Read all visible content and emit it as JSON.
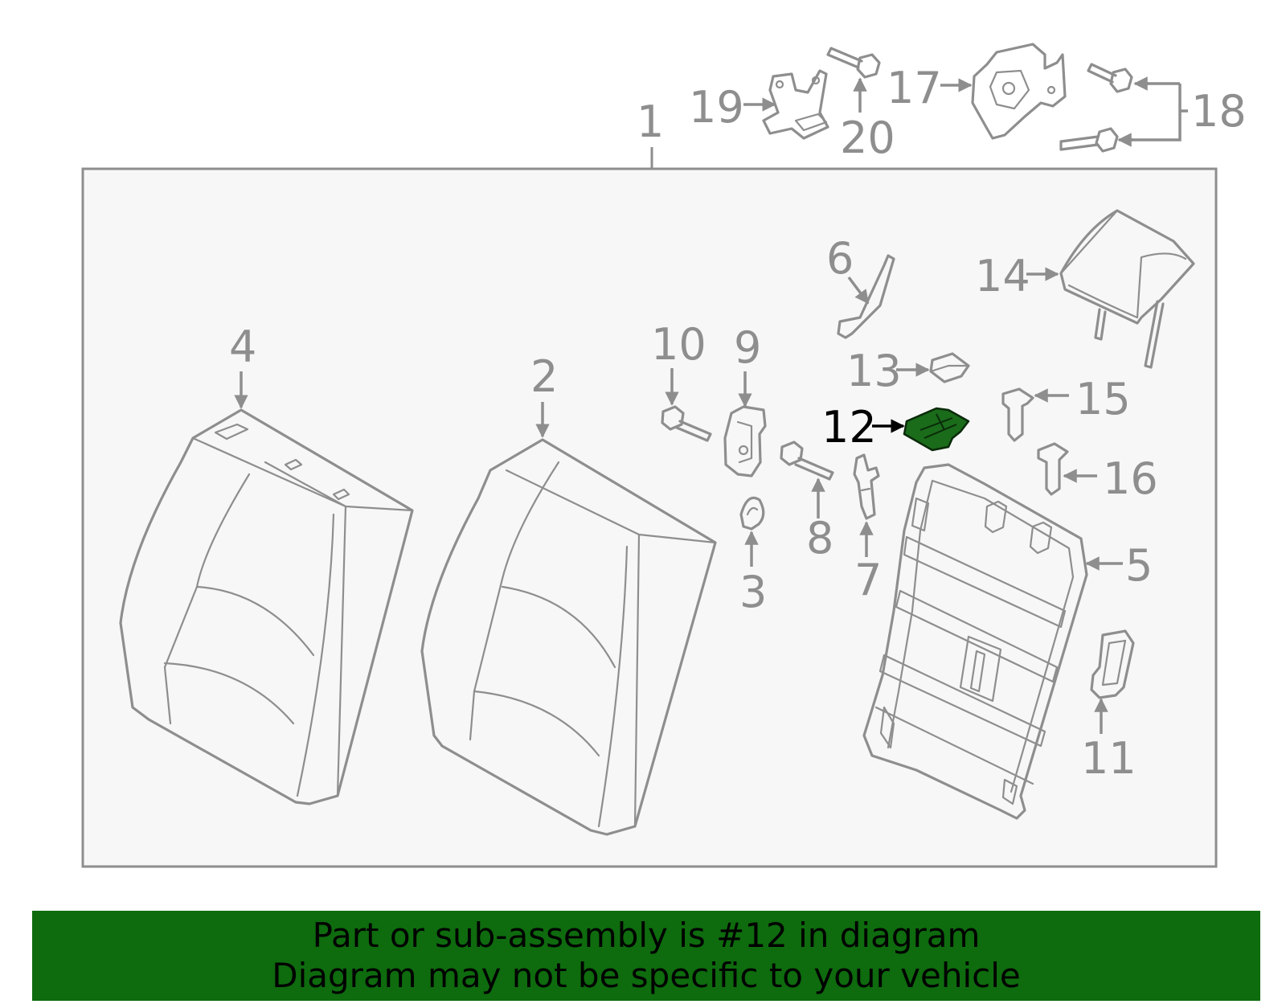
{
  "colors": {
    "line": "#8e8e8e",
    "panel": "#f7f7f7",
    "highlight_part": "#1a6b1a",
    "banner_bg": "#0e6b0e"
  },
  "callouts": {
    "n1": "1",
    "n2": "2",
    "n3": "3",
    "n4": "4",
    "n5": "5",
    "n6": "6",
    "n7": "7",
    "n8": "8",
    "n9": "9",
    "n10": "10",
    "n11": "11",
    "n12": "12",
    "n13": "13",
    "n14": "14",
    "n15": "15",
    "n16": "16",
    "n17": "17",
    "n18": "18",
    "n19": "19",
    "n20": "20"
  },
  "highlighted_part": "12",
  "banner": {
    "line1": "Part or sub-assembly is #12 in diagram",
    "line2": "Diagram may not be specific to your vehicle"
  }
}
